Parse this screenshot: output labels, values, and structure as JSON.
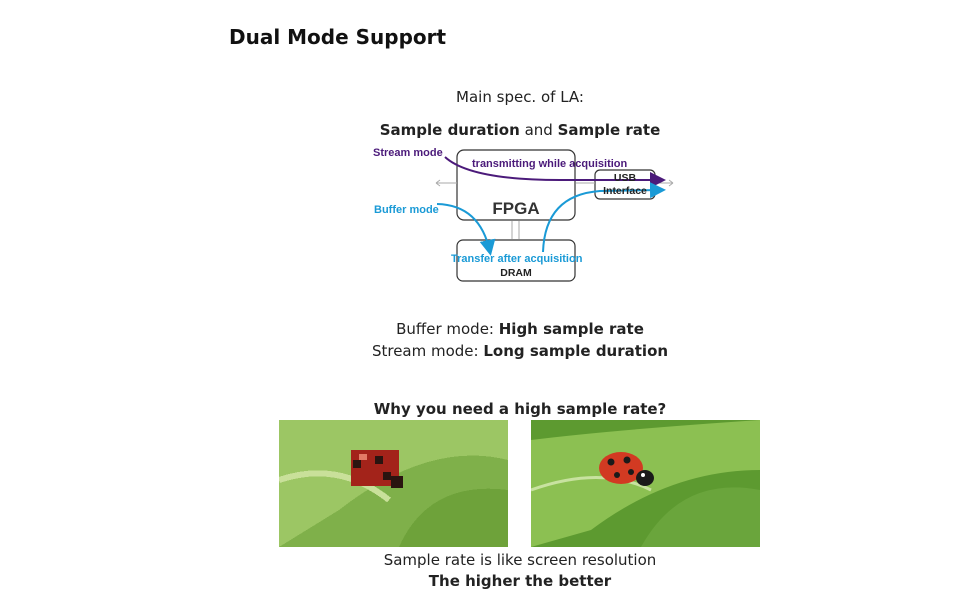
{
  "title": "Dual Mode Support",
  "spec_heading": "Main spec. of LA:",
  "spec_line": {
    "part1": "Sample duration",
    "and": " and ",
    "part2": "Sample rate"
  },
  "diagram": {
    "stream_mode": "Stream mode",
    "transmitting": "transmitting while acquisition",
    "usb": "USB",
    "interface": "Interface",
    "buffer_mode": "Buffer mode",
    "fpga": "FPGA",
    "transfer": "Transfer after acquisition",
    "dram": "DRAM",
    "stream_color": "#4b1a7a",
    "buffer_color": "#1a9ad6"
  },
  "modes": {
    "buffer_label": "Buffer mode: ",
    "buffer_value": "High sample rate",
    "stream_label": "Stream mode: ",
    "stream_value": "Long sample duration"
  },
  "why_heading": "Why you need a high sample rate?",
  "caption": "Sample rate is like screen resolution",
  "conclusion": "The higher the better"
}
